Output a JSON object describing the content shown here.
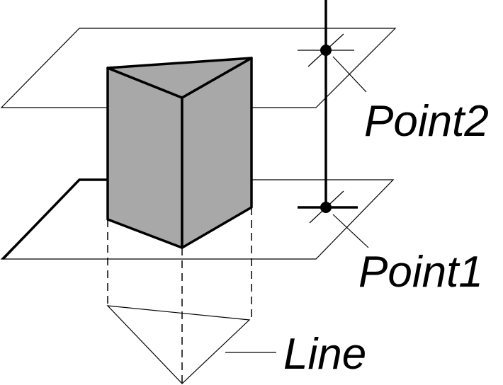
{
  "labels": {
    "point2": "Point2",
    "point1": "Point1",
    "line": "Line"
  },
  "colors": {
    "stroke": "#000000",
    "prism_fill": "#a8a8a8",
    "background": "#ffffff"
  }
}
